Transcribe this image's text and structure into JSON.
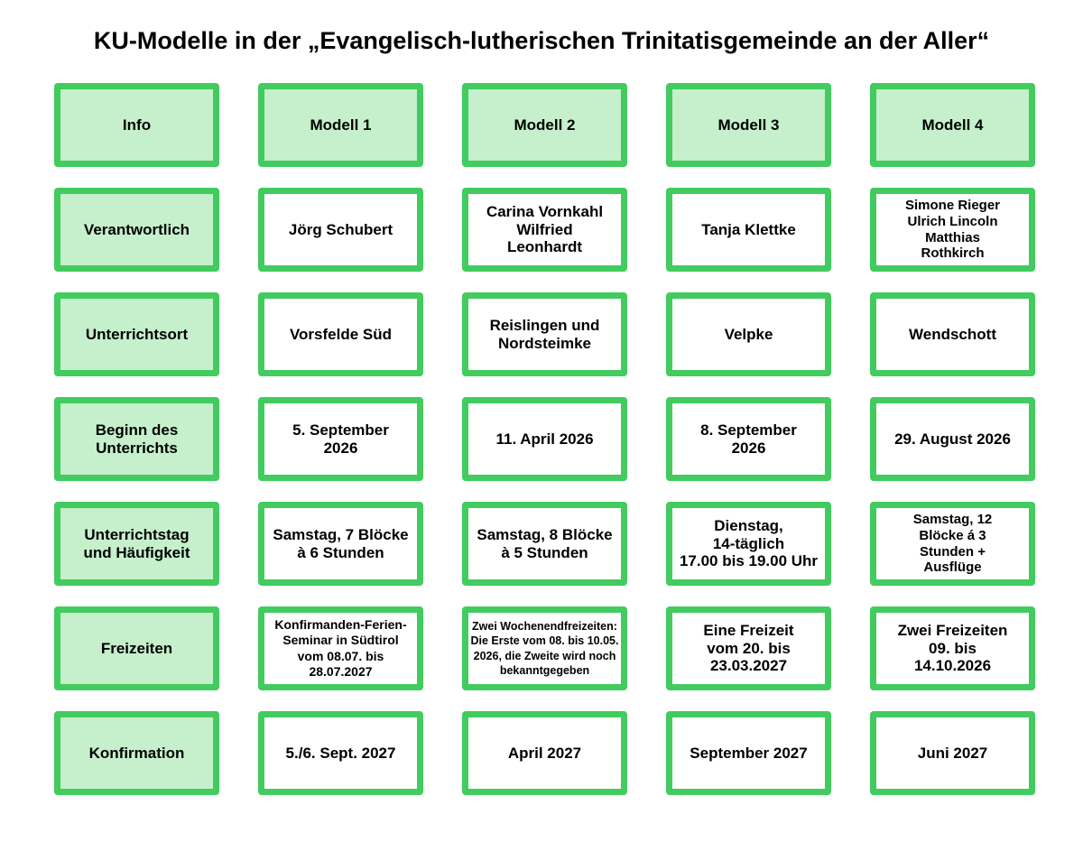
{
  "title": "KU-Modelle in der „Evangelisch-lutherischen Trinitatisgemeinde an der Aller“",
  "colors": {
    "green_border": "#42cb5e",
    "green_fill": "#c5f0cb",
    "text": "#000000",
    "background": "#ffffff"
  },
  "grid": {
    "columns": [
      "Info",
      "Modell 1",
      "Modell 2",
      "Modell 3",
      "Modell 4"
    ],
    "row_labels": [
      "Info",
      "Verantwortlich",
      "Unterrichtsort",
      "Beginn des Unterrichts",
      "Unterrichtstag und Häufigkeit",
      "Freizeiten",
      "Konfirmation"
    ],
    "rows": [
      {
        "cells": [
          {
            "lines": [
              "Info"
            ]
          },
          {
            "lines": [
              "Modell 1"
            ]
          },
          {
            "lines": [
              "Modell 2"
            ]
          },
          {
            "lines": [
              "Modell 3"
            ]
          },
          {
            "lines": [
              "Modell 4"
            ]
          }
        ]
      },
      {
        "cells": [
          {
            "lines": [
              "Verantwortlich"
            ]
          },
          {
            "lines": [
              "Jörg Schubert"
            ]
          },
          {
            "lines": [
              "Carina Vornkahl",
              "Wilfried",
              "Leonhardt"
            ]
          },
          {
            "lines": [
              "Tanja Klettke"
            ]
          },
          {
            "lines": [
              "Simone Rieger",
              "Ulrich Lincoln",
              "Matthias",
              "Rothkirch"
            ]
          }
        ]
      },
      {
        "cells": [
          {
            "lines": [
              "Unterrichtsort"
            ]
          },
          {
            "lines": [
              "Vorsfelde Süd"
            ]
          },
          {
            "lines": [
              "Reislingen und",
              "Nordsteimke"
            ]
          },
          {
            "lines": [
              "Velpke"
            ]
          },
          {
            "lines": [
              "Wendschott"
            ]
          }
        ]
      },
      {
        "cells": [
          {
            "lines": [
              "Beginn des",
              "Unterrichts"
            ]
          },
          {
            "lines": [
              "5. September",
              "2026"
            ]
          },
          {
            "lines": [
              "11. April 2026"
            ]
          },
          {
            "lines": [
              "8. September",
              "2026"
            ]
          },
          {
            "lines": [
              "29. August 2026"
            ]
          }
        ]
      },
      {
        "cells": [
          {
            "lines": [
              "Unterrichtstag",
              "und Häufigkeit"
            ]
          },
          {
            "lines": [
              "Samstag, 7 Blöcke",
              "à 6 Stunden"
            ]
          },
          {
            "lines": [
              "Samstag, 8 Blöcke",
              "à 5 Stunden"
            ]
          },
          {
            "lines": [
              "Dienstag,",
              "14-täglich",
              "17.00 bis 19.00 Uhr"
            ]
          },
          {
            "lines": [
              "Samstag, 12",
              "Blöcke á 3",
              "Stunden +",
              "Ausflüge"
            ]
          }
        ]
      },
      {
        "cells": [
          {
            "lines": [
              "Freizeiten"
            ]
          },
          {
            "lines": [
              "Konfirmanden-Ferien-",
              "Seminar in Südtirol",
              "vom 08.07. bis",
              "28.07.2027"
            ]
          },
          {
            "lines": [
              "Zwei Wochenendfreizeiten:",
              "Die Erste vom 08. bis 10.05.",
              "2026, die Zweite wird noch",
              "bekanntgegeben"
            ]
          },
          {
            "lines": [
              "Eine Freizeit",
              "vom 20. bis",
              "23.03.2027"
            ]
          },
          {
            "lines": [
              "Zwei Freizeiten",
              "09. bis",
              "14.10.2026"
            ]
          }
        ]
      },
      {
        "cells": [
          {
            "lines": [
              "Konfirmation"
            ]
          },
          {
            "lines": [
              "5./6. Sept. 2027"
            ]
          },
          {
            "lines": [
              "April 2027"
            ]
          },
          {
            "lines": [
              "September 2027"
            ]
          },
          {
            "lines": [
              "Juni 2027"
            ]
          }
        ]
      }
    ]
  }
}
